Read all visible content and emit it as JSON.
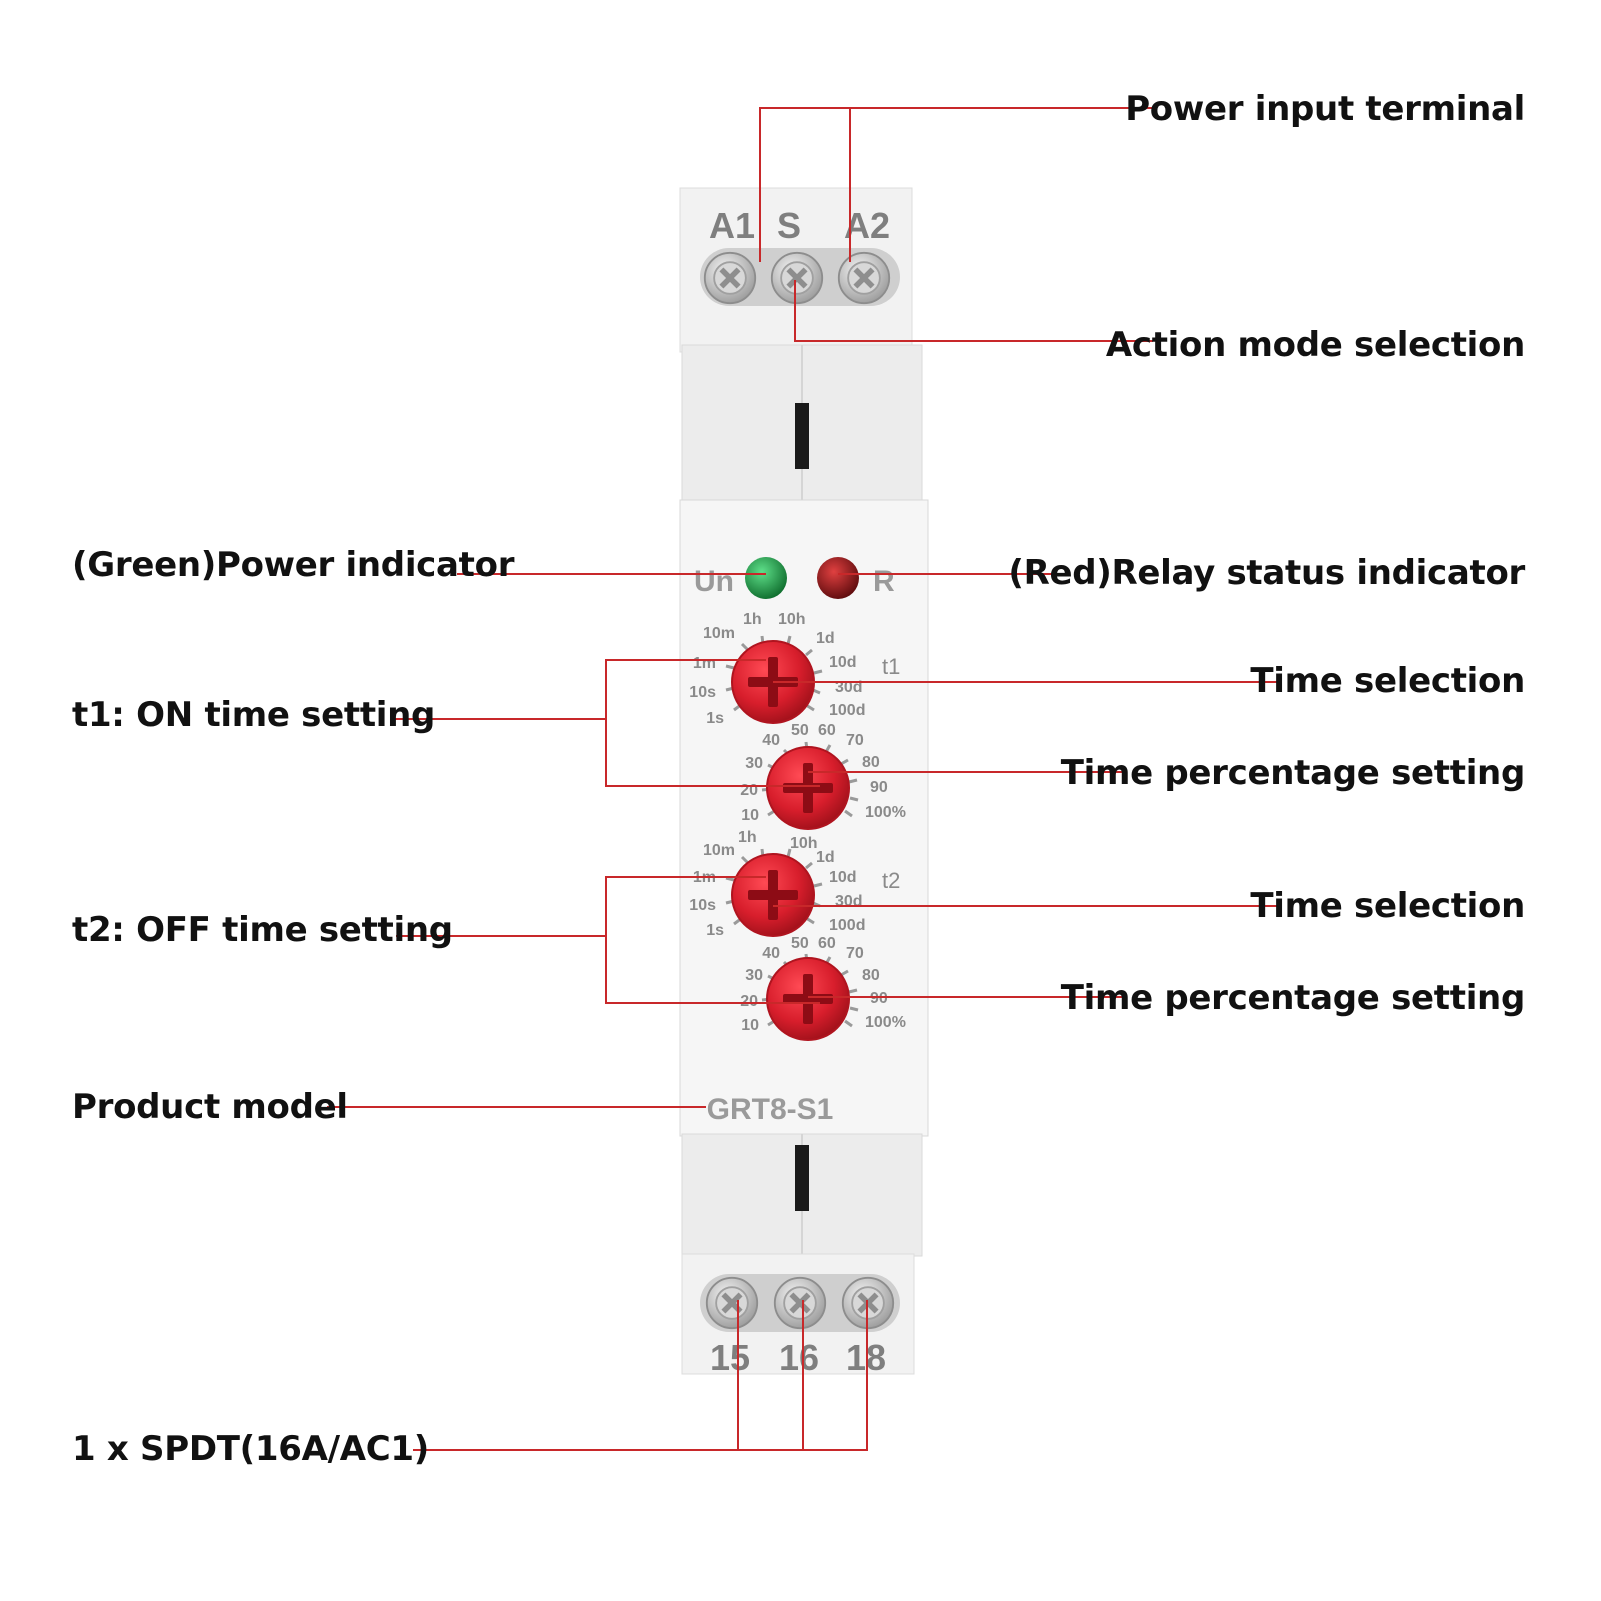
{
  "callouts": {
    "power_input_terminal": "Power input terminal",
    "action_mode_selection": "Action mode selection",
    "power_indicator": "(Green)Power indicator",
    "relay_status_indicator": "(Red)Relay status indicator",
    "t1_on_time_setting": "t1: ON time setting",
    "t1_time_selection": "Time selection",
    "t1_time_percentage_setting": "Time percentage setting",
    "t2_off_time_setting": "t2: OFF time setting",
    "t2_time_selection": "Time selection",
    "t2_time_percentage_setting": "Time percentage setting",
    "product_model": "Product model",
    "spdt_output": "1 x SPDT(16A/AC1)"
  },
  "device": {
    "top_terminals": [
      "A1",
      "S",
      "A2"
    ],
    "bottom_terminals": [
      "15",
      "16",
      "18"
    ],
    "led_power_label": "Un",
    "led_relay_label": "R",
    "model": "GRT8-S1",
    "t1_label": "t1",
    "t2_label": "t2",
    "range_scale": [
      "1s",
      "10s",
      "1m",
      "10m",
      "1h",
      "10h",
      "1d",
      "10d",
      "30d",
      "100d"
    ],
    "percent_scale": [
      "10",
      "20",
      "30",
      "40",
      "50",
      "60",
      "70",
      "80",
      "90",
      "100%"
    ]
  },
  "colors": {
    "leader_line": "#c8282a",
    "knob_red": "#d81e2c",
    "led_green": "#1e8a3c",
    "led_red": "#8a0f12",
    "housing": "#f1f1f1",
    "print_gray": "#7d7d7d"
  }
}
